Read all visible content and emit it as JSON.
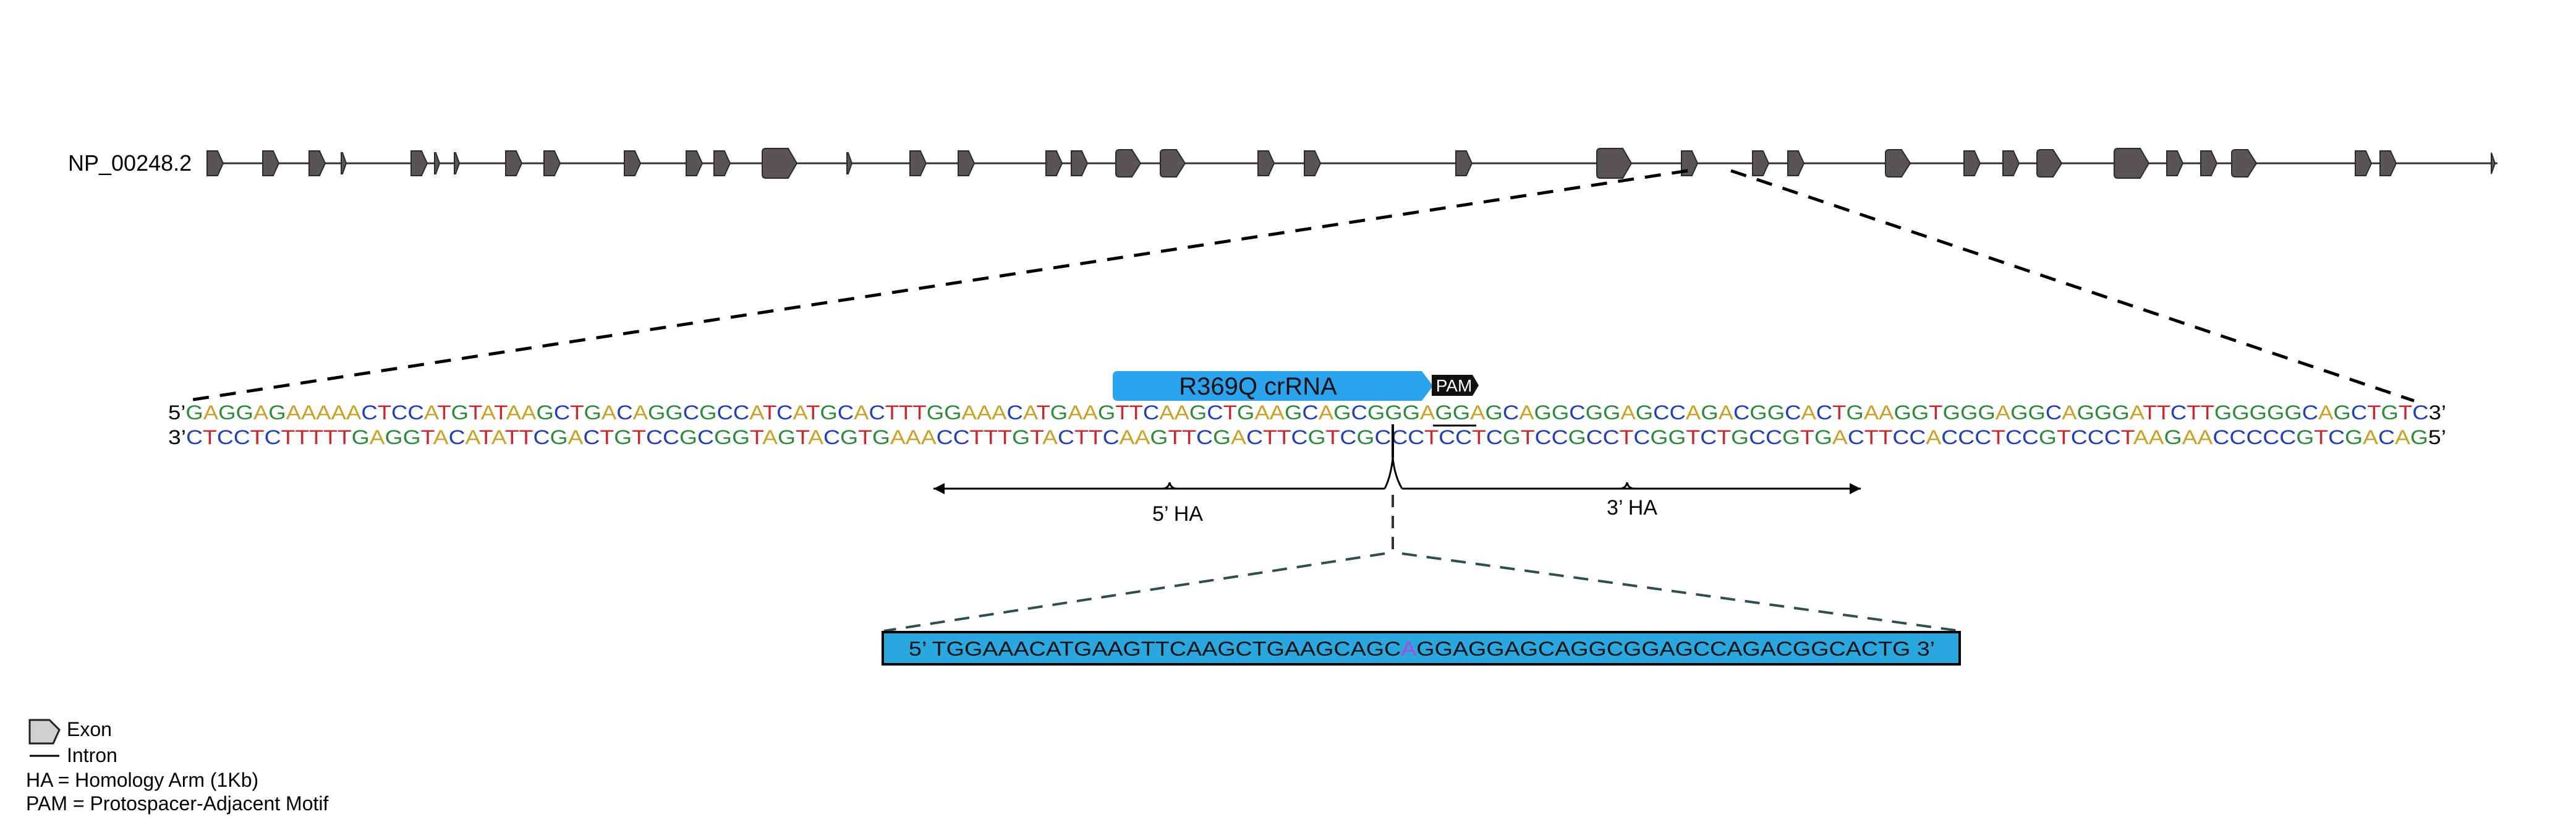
{
  "gene": {
    "label": "NP_00248.2",
    "exons": [
      "small",
      "small",
      "small",
      "tiny",
      "small",
      "tiny",
      "tiny",
      "small",
      "small",
      "small",
      "small",
      "small",
      "large",
      "tiny",
      "small",
      "small",
      "small",
      "small",
      "medium",
      "medium",
      "small",
      "small",
      "small",
      "large",
      "small",
      "small",
      "small",
      "medium",
      "small",
      "small",
      "medium",
      "large",
      "small",
      "small",
      "medium",
      "small",
      "small",
      "end"
    ]
  },
  "crRNA": {
    "label": "R369Q crRNA"
  },
  "pam": {
    "label": "PAM"
  },
  "sequence": {
    "top_prefix": "5’",
    "top": "GAGGAGAAAAACTCCATGTATAAGCTGACAGGCGCCATCATGCACTTTGGAAACATGAAGTTCAAGCTGAAGCAGCGGGAGGAGCAGGCGGAGCCAGACGGCACTGAAGGTGGGAGGCAGGGATTCTTGGGGGCAGCTGTC",
    "top_suffix": "3’",
    "bottom_prefix": "3’",
    "bottom": "CTCCTCTTTTTGAGGTACATATTCGACTGTCCGCGGTAGTACGTGAAACCTTTGTACTTCAAGTTCGACTTCGTCGCCCTCCTCGTCCGCCTCGGTCTGCCGTGACTTCCACCCTCCGTCCCTAAGAACCCCCGTCGACAG",
    "bottom_suffix": "5’",
    "base_colors": {
      "A": "#c9a227",
      "C": "#1f3fbf",
      "G": "#2e8b3a",
      "T": "#d0232a"
    }
  },
  "homology_arms": {
    "left_label": "5’ HA",
    "right_label": "3’ HA"
  },
  "donor": {
    "prefix": "5’",
    "before": "TGGAAACATGAAGTTCAAGCTGAAGCAGC",
    "mutation": "A",
    "after": "GGAGGAGCAGGCGGAGCCAGACGGCACTG",
    "suffix": "3’",
    "fill_color": "#29a8e0",
    "mutation_color": "#b048d8"
  },
  "legend": {
    "exon": "Exon",
    "intron": "Intron",
    "ha": "HA = Homology Arm (1Kb)",
    "pam": "PAM = Protospacer-Adjacent Motif"
  },
  "colors": {
    "exon_fill": "#5a5555",
    "crRNA_fill": "#2aa4ef"
  }
}
